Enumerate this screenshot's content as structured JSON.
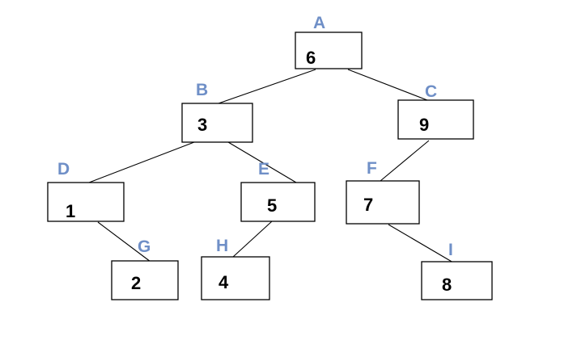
{
  "diagram": {
    "nodes": [
      {
        "id": "A",
        "letter": "A",
        "value": "6"
      },
      {
        "id": "B",
        "letter": "B",
        "value": "3"
      },
      {
        "id": "C",
        "letter": "C",
        "value": "9"
      },
      {
        "id": "D",
        "letter": "D",
        "value": "1"
      },
      {
        "id": "E",
        "letter": "E",
        "value": "5"
      },
      {
        "id": "F",
        "letter": "F",
        "value": "7"
      },
      {
        "id": "G",
        "letter": "G",
        "value": "2"
      },
      {
        "id": "H",
        "letter": "H",
        "value": "4"
      },
      {
        "id": "I",
        "letter": "I",
        "value": "8"
      }
    ],
    "edges": [
      {
        "from": "A",
        "to": "B"
      },
      {
        "from": "A",
        "to": "C"
      },
      {
        "from": "B",
        "to": "D"
      },
      {
        "from": "B",
        "to": "E"
      },
      {
        "from": "C",
        "to": "F"
      },
      {
        "from": "D",
        "to": "G"
      },
      {
        "from": "E",
        "to": "H"
      },
      {
        "from": "F",
        "to": "I"
      }
    ],
    "colors": {
      "box_stroke": "#000000",
      "value_text": "#000000",
      "letter_text": "#6f8fc7",
      "background": "#ffffff"
    }
  }
}
